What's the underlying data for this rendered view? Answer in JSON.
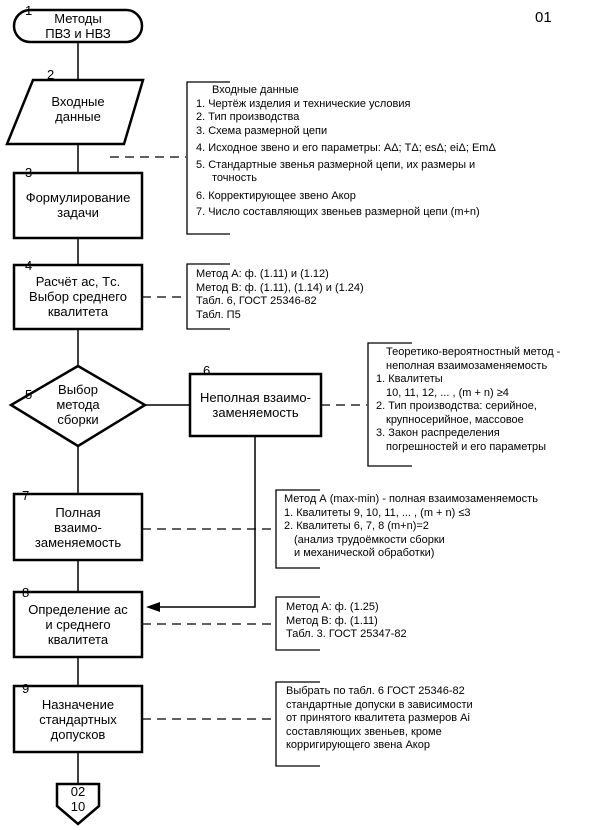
{
  "page_code": "01",
  "blocks": [
    {
      "num": "1",
      "text": [
        "Методы",
        "ПВЗ и НВЗ"
      ]
    },
    {
      "num": "2",
      "text": [
        "Входные",
        "данные"
      ]
    },
    {
      "num": "3",
      "text": [
        "Формулирование",
        "задачи"
      ]
    },
    {
      "num": "4",
      "text": [
        "Расчёт aс, Tс.",
        "Выбор среднего",
        "квалитета"
      ]
    },
    {
      "num": "5",
      "text": [
        "Выбор",
        "метода",
        "сборки"
      ]
    },
    {
      "num": "6",
      "text": [
        "Неполная взаимо-",
        "заменяемость"
      ]
    },
    {
      "num": "7",
      "text": [
        "Полная",
        "взаимо-",
        "заменяемость"
      ]
    },
    {
      "num": "8",
      "text": [
        "Определение aс",
        "и среднего",
        "квалитета"
      ]
    },
    {
      "num": "9",
      "text": [
        "Назначение",
        "стандартных",
        "допусков"
      ]
    }
  ],
  "connector": {
    "top": "02",
    "bottom": "10"
  },
  "notes": {
    "input_data": [
      "Входные данные",
      "1. Чертёж изделия и технические условия",
      "2. Тип производства",
      "3. Схема размерной цепи",
      "4. Исходное звено и его параметры: AΔ; TΔ; esΔ; eiΔ; EmΔ",
      "5. Стандартные звенья размерной цепи, их размеры и",
      "точность",
      "6. Корректирующее звено Aкор",
      "7. Число составляющих звеньев размерной цепи (m+n)"
    ],
    "calc": [
      "Метод А: ф. (1.11) и (1.12)",
      "Метод В: ф. (1.11), (1.14) и (1.24)",
      "Табл. 6, ГОСТ 25346-82",
      "Табл. П5"
    ],
    "probabilistic": [
      "Теоретико-вероятностный метод -",
      "неполная взаимозаменяемость",
      "1. Квалитеты",
      "10, 11, 12, ... , (m + n) ≥4",
      "2. Тип производства: серийное,",
      "крупносерийное, массовое",
      "3. Закон распределения",
      "погрешностей и его параметры"
    ],
    "full": [
      "Метод А (max-min) -  полная взаимозаменяемость",
      "1. Квалитеты 9, 10, 11, ... , (m + n) ≤3",
      "2. Квалитеты 6, 7, 8       (m+n)=2",
      "(анализ трудоёмкости сборки",
      "и механической обработки)"
    ],
    "define": [
      "Метод А: ф. (1.25)",
      "Метод В: ф. (1.11)",
      "Табл. 3. ГОСТ 25347-82"
    ],
    "tolerances": [
      "Выбрать по табл. 6  ГОСТ 25346-82",
      "стандартные допуски в зависимости",
      "от принятого квалитета размеров  Ai",
      " составляющих  звеньев, кроме",
      " корригирующего  звена  Aкор"
    ]
  }
}
